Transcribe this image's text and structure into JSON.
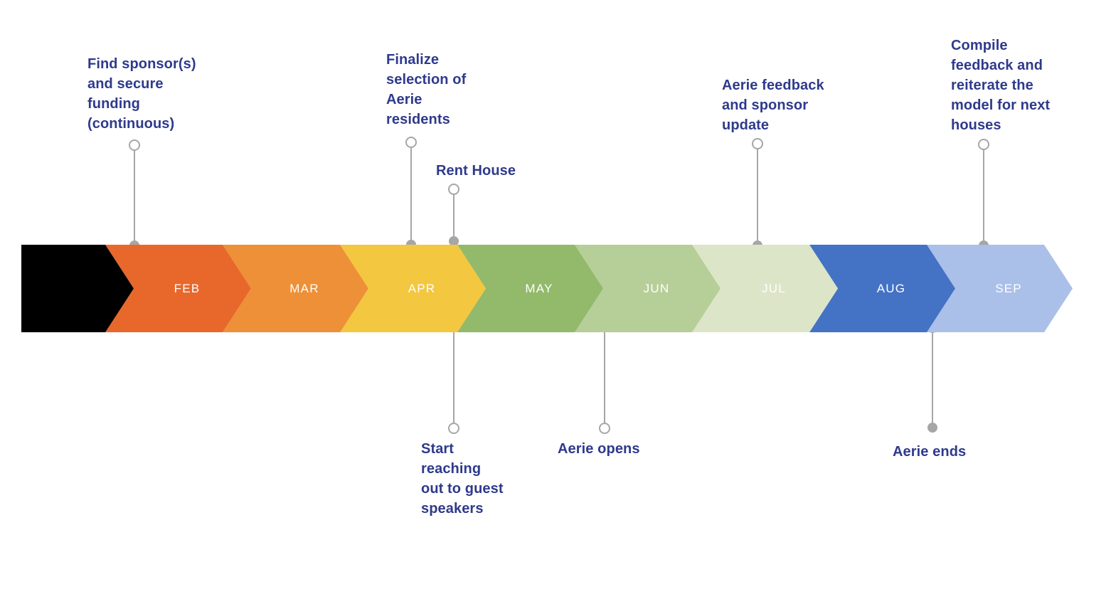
{
  "timeline": {
    "segments": [
      {
        "label": "",
        "color": "#000000"
      },
      {
        "label": "FEB",
        "color": "#E8682C"
      },
      {
        "label": "MAR",
        "color": "#EE9038"
      },
      {
        "label": "APR",
        "color": "#F3C73F"
      },
      {
        "label": "MAY",
        "color": "#93B96B"
      },
      {
        "label": "JUN",
        "color": "#B6CE98"
      },
      {
        "label": "JUL",
        "color": "#DCE5C8"
      },
      {
        "label": "AUG",
        "color": "#4472C4"
      },
      {
        "label": "SEP",
        "color": "#AAC0E9"
      }
    ],
    "month_label_color": "#FFFFFF"
  },
  "annotations": {
    "find_sponsor": "Find sponsor(s)\nand secure\nfunding\n(continuous)",
    "finalize": "Finalize\nselection of\nAerie\nresidents",
    "rent_house": "Rent House",
    "aerie_feedback": "Aerie feedback\nand sponsor\nupdate",
    "compile": "Compile\nfeedback and\nreiterate the\nmodel for next\nhouses",
    "start_reaching": "Start\nreaching\nout to guest\nspeakers",
    "aerie_opens": "Aerie opens",
    "aerie_ends": "Aerie ends"
  },
  "styles": {
    "annotation_text_color": "#2E3A8C",
    "connector_color": "#A6A6A6"
  }
}
